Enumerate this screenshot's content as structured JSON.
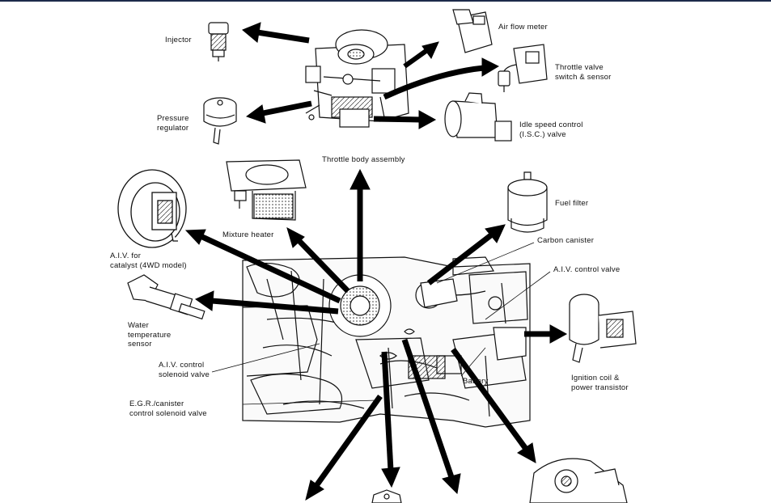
{
  "diagram": {
    "labels": {
      "injector": "Injector",
      "air_flow_meter": "Air flow meter",
      "throttle_valve": "Throttle valve\nswitch & sensor",
      "pressure_regulator": "Pressure\nregulator",
      "isc_valve": "Idle speed control\n(I.S.C.) valve",
      "throttle_body": "Throttle body assembly",
      "fuel_filter": "Fuel filter",
      "mixture_heater": "Mixture heater",
      "carbon_canister": "Carbon canister",
      "aiv_catalyst": "A.I.V. for\ncatalyst (4WD model)",
      "aiv_control_valve": "A.I.V. control valve",
      "water_temp_sensor": "Water\ntemperature\nsensor",
      "aiv_solenoid": "A.I.V. control\nsolenoid valve",
      "battery": "Battery",
      "ignition_coil": "Ignition coil &\npower transistor",
      "egr_solenoid": "E.G.R./canister\ncontrol solenoid valve"
    }
  }
}
